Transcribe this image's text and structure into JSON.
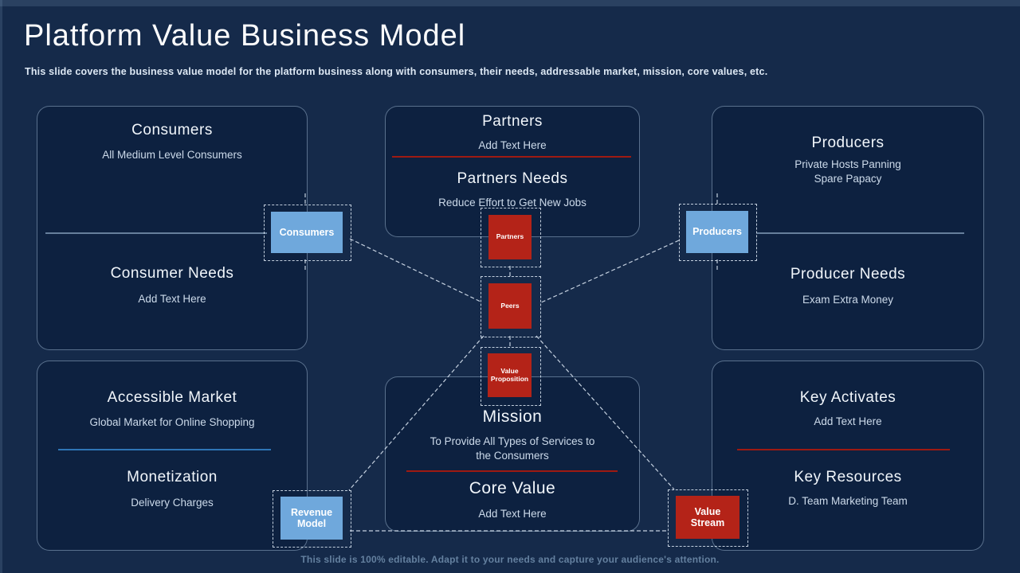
{
  "slide": {
    "title": "Platform Value Business Model",
    "subtitle": "This slide covers the business value model for the platform business along with consumers, their needs, addressable market, mission, core values, etc.",
    "footer": "This slide is 100% editable. Adapt it to your needs and capture your audience's attention."
  },
  "panels": {
    "consumers": {
      "title": "Consumers",
      "subtitle": "All Medium Level Consumers",
      "title2": "Consumer Needs",
      "subtitle2": "Add Text Here"
    },
    "partners": {
      "title": "Partners",
      "subtitle": "Add Text Here",
      "title2": "Partners Needs",
      "subtitle2": "Reduce Effort to Get New Jobs"
    },
    "producers": {
      "title": "Producers",
      "subtitle": "Private Hosts Panning\nSpare Papacy",
      "title2": "Producer Needs",
      "subtitle2": "Exam Extra Money"
    },
    "market": {
      "title": "Accessible Market",
      "subtitle": "Global Market for Online Shopping",
      "title2": "Monetization",
      "subtitle2": "Delivery Charges"
    },
    "mission": {
      "title": "Mission",
      "subtitle": "To Provide All Types of Services to\nthe Consumers",
      "title2": "Core Value",
      "subtitle2": "Add Text Here"
    },
    "key": {
      "title": "Key Activates",
      "subtitle": "Add Text Here",
      "title2": "Key Resources",
      "subtitle2": "D. Team Marketing Team"
    }
  },
  "nodes": {
    "consumers": {
      "label": "Consumers",
      "color": "#6fa8dc"
    },
    "partners": {
      "label": "Partners",
      "color": "#b42318"
    },
    "producers": {
      "label": "Producers",
      "color": "#6fa8dc"
    },
    "peers": {
      "label": "Peers",
      "color": "#b42318"
    },
    "value_proposition": {
      "label": "Value\nProposition",
      "color": "#b42318"
    },
    "revenue_model": {
      "label": "Revenue\nModel",
      "color": "#6fa8dc"
    },
    "value_stream": {
      "label": "Value\nStream",
      "color": "#b42318"
    }
  },
  "colors": {
    "background": "#152a4a",
    "panel_fill": "#0d2140",
    "blue_node": "#6fa8dc",
    "red_node": "#b42318",
    "red_divider": "#9e1a12",
    "blue_divider": "#2e75b6",
    "connector": "#9db8d2"
  }
}
